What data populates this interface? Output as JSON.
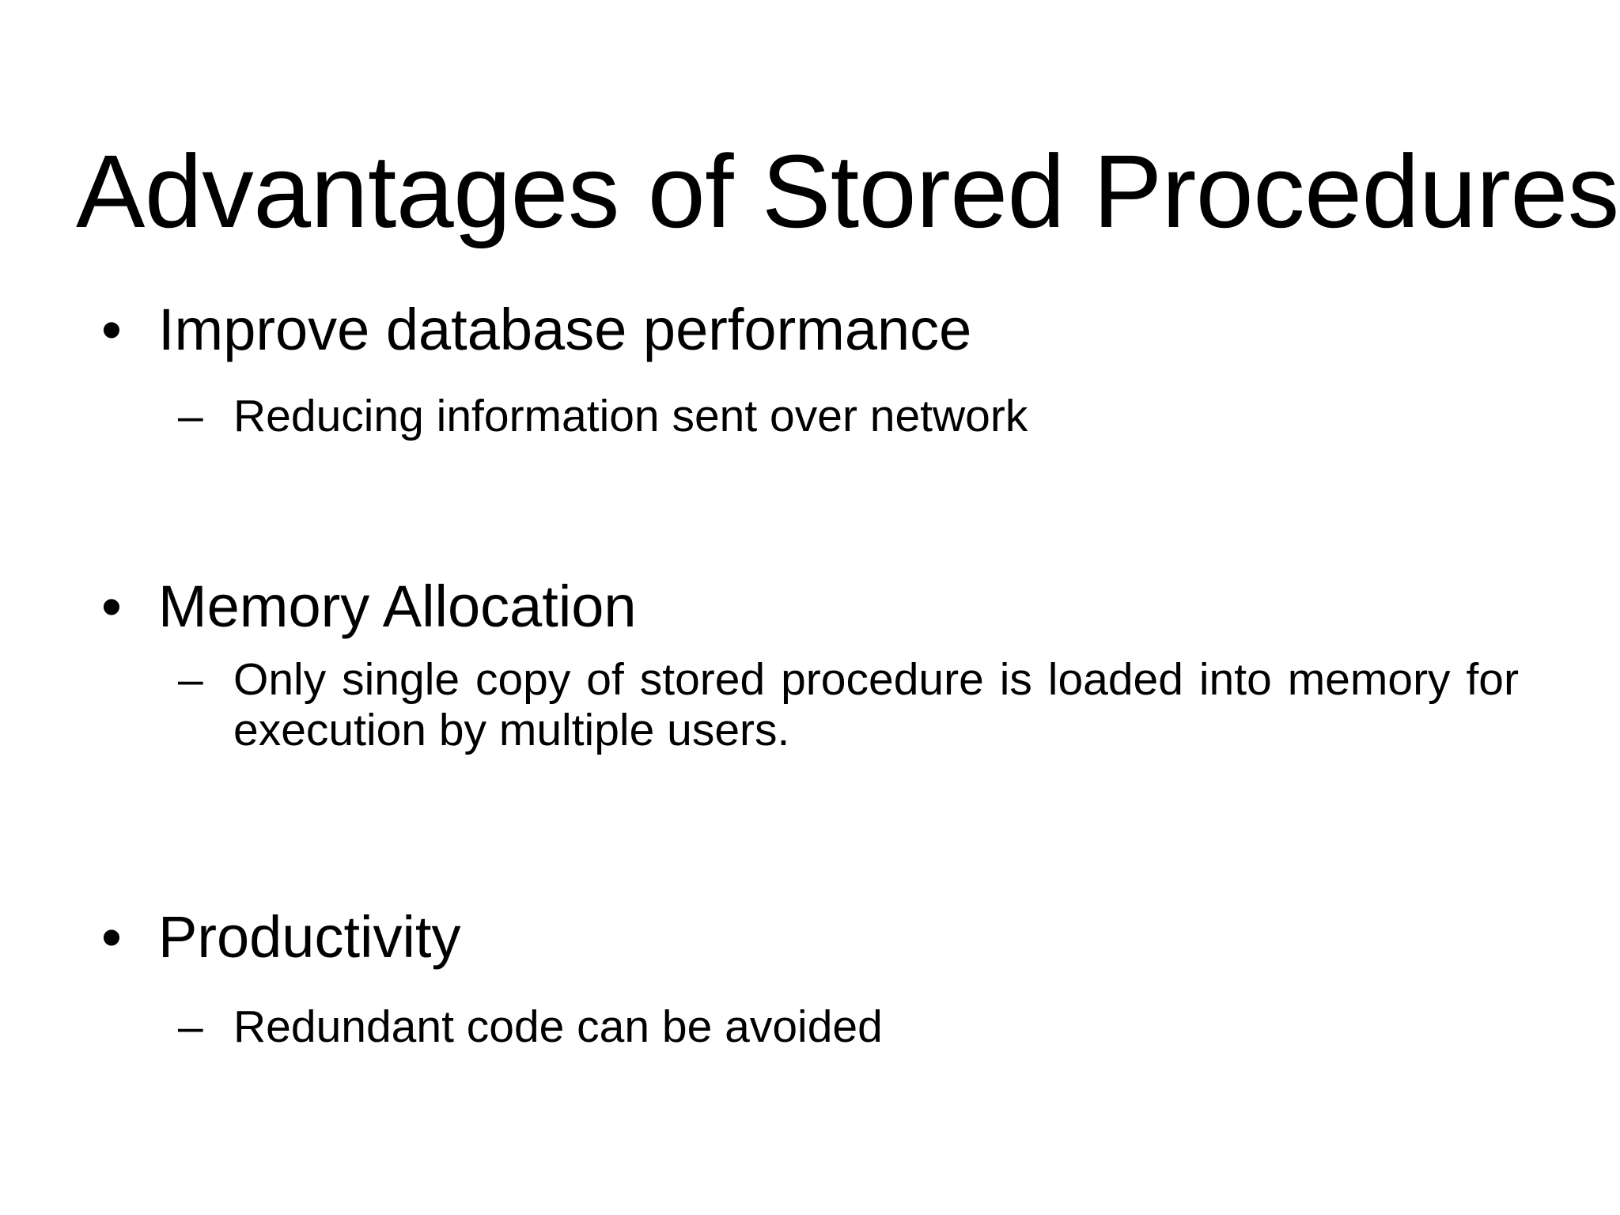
{
  "slide": {
    "title": "Advantages of Stored Procedures",
    "background_color": "#ffffff",
    "text_color": "#000000",
    "bullet_marker": "•",
    "sub_bullet_marker": "–",
    "bullets": [
      {
        "label": "Improve database performance",
        "sub": [
          {
            "text": "Reducing information sent over network"
          }
        ]
      },
      {
        "label": "Memory Allocation",
        "sub": [
          {
            "text": "Only single copy of stored procedure is loaded into memory for execution by multiple users."
          }
        ]
      },
      {
        "label": "Productivity",
        "sub": [
          {
            "text": "Redundant code can be avoided"
          }
        ]
      }
    ]
  }
}
